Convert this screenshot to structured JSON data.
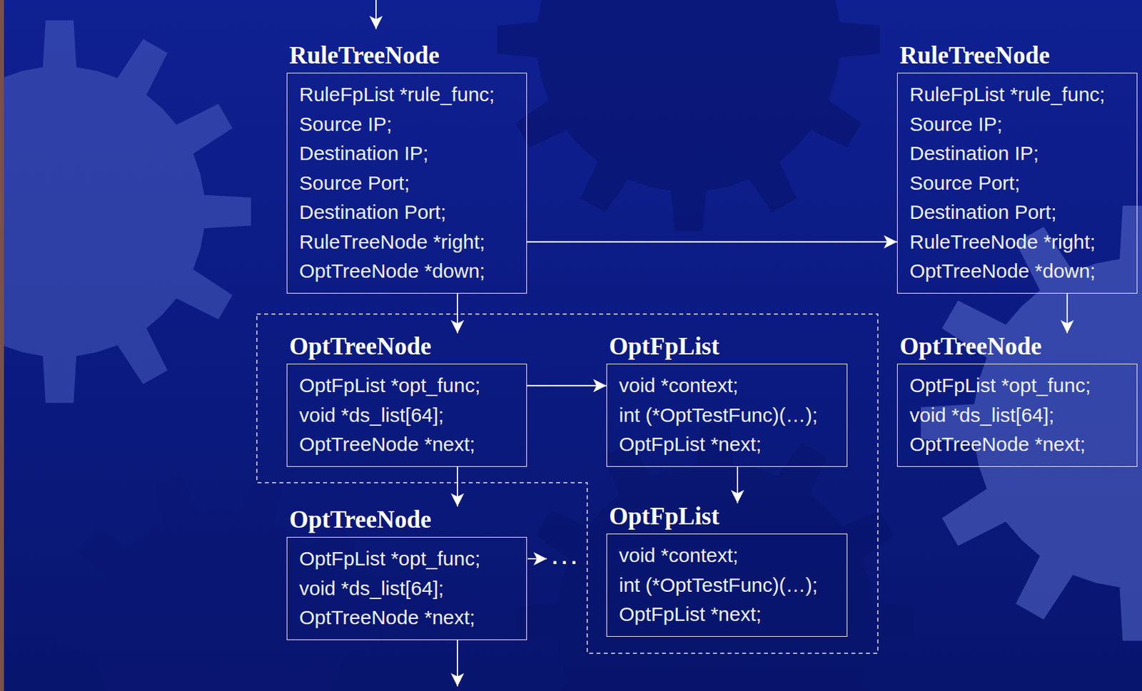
{
  "diagram": {
    "nodes": [
      {
        "text": [
          "RuleTreeNode",
          "RuleFpList *rule_func; Source IP; Destination IP; Source Port; Destination Port; RuleTreeNode *right; OptTreeNode *down;"
        ]
      },
      {
        "text": [
          "RuleTreeNode",
          "RuleFpList *rule_func; Source IP; Destination IP; Source Port; Destination Port; RuleTreeNode *right; OptTreeNode *down;"
        ]
      },
      {
        "text": [
          "OptTreeNode",
          "OptFpList *opt_func; void *ds_list[64]; OptTreeNode *next;"
        ]
      },
      {
        "text": [
          "OptFpList",
          "void *context; int (*OptTestFunc)(…); OptFpList *next;"
        ]
      },
      {
        "text": [
          "OptTreeNode",
          "OptFpList *opt_func; void *ds_list[64]; OptTreeNode *next;"
        ]
      },
      {
        "text": [
          "OptTreeNode",
          "OptFpList *opt_func; void *ds_list[64]; OptTreeNode *next;"
        ]
      },
      {
        "text": [
          "OptFpList",
          "void *context; int (*OptTestFunc)(…); OptFpList *next;"
        ]
      }
    ],
    "edges": [
      {
        "from": 0,
        "to": 1,
        "arrow": "to"
      },
      {
        "from": 0,
        "to": 2,
        "arrow": "to"
      },
      {
        "from": 2,
        "to": 3,
        "arrow": "to"
      },
      {
        "from": 2,
        "to": 5,
        "arrow": "to"
      },
      {
        "from": 3,
        "to": 6,
        "arrow": "to"
      },
      {
        "from": 1,
        "to": 4,
        "arrow": "to"
      }
    ],
    "labels": [
      "..."
    ]
  }
}
